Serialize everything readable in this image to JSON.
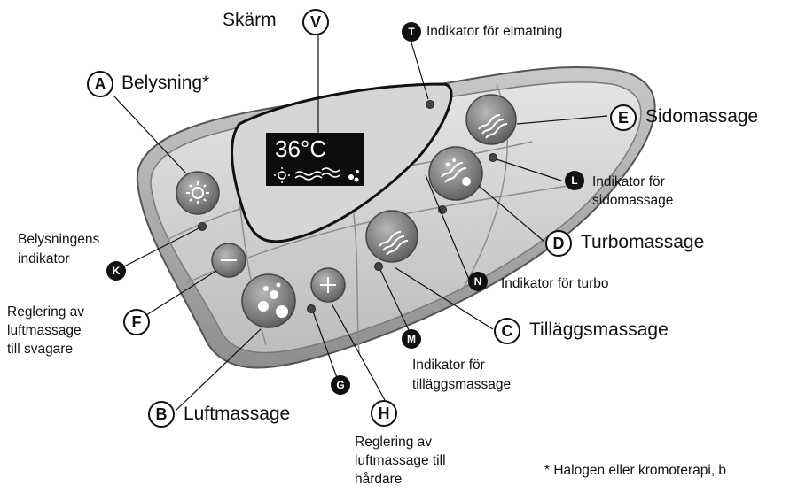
{
  "diagram": {
    "callouts": {
      "V": {
        "letter": "V",
        "label": "Skärm"
      },
      "A": {
        "letter": "A",
        "label": "Belysning*"
      },
      "T": {
        "letter": "T",
        "label": "Indikator för elmatning"
      },
      "E": {
        "letter": "E",
        "label": "Sidomassage"
      },
      "L": {
        "letter": "L",
        "label_line1": "Indikator för",
        "label_line2": "sidomassage"
      },
      "D": {
        "letter": "D",
        "label": "Turbomassage"
      },
      "N": {
        "letter": "N",
        "label": "Indikator för turbo"
      },
      "C": {
        "letter": "C",
        "label": "Tilläggsmassage"
      },
      "M": {
        "letter": "M",
        "label_line1": "Indikator för",
        "label_line2": "tilläggsmassage"
      },
      "K": {
        "letter": "K",
        "label_line1": "Belysningens",
        "label_line2": "indikator"
      },
      "F": {
        "letter": "F",
        "label_line1": "Reglering av",
        "label_line2": "luftmassage",
        "label_line3": "till svagare"
      },
      "G": {
        "letter": "G"
      },
      "B": {
        "letter": "B",
        "label": "Luftmassage"
      },
      "H": {
        "letter": "H",
        "label_line1": "Reglering av",
        "label_line2": "luftmassage till",
        "label_line3": "hårdare"
      }
    },
    "display_temperature": "36°C",
    "footnote": "* Halogen eller kromoterapi, b"
  }
}
